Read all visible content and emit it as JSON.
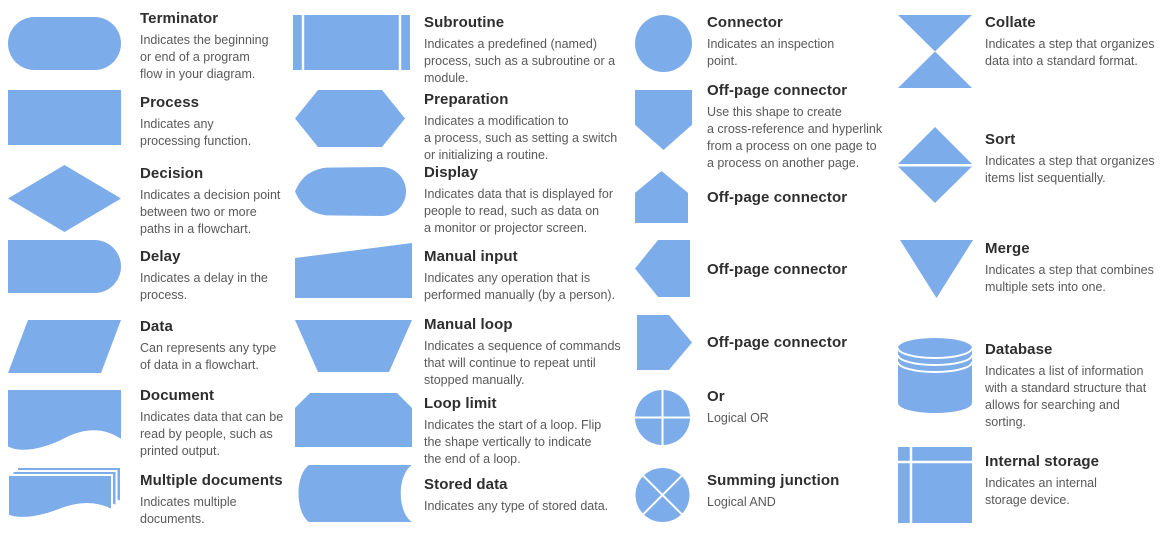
{
  "palette": {
    "shape_fill": "#7CACE9",
    "line_white": "#ffffff",
    "title_color": "#2e2e2e",
    "desc_color": "#595959",
    "background": "#ffffff"
  },
  "legend": {
    "items": [
      {
        "id": "terminator",
        "shape": "terminator",
        "title": "Terminator",
        "description": "Indicates the beginning\nor end of a program\nflow in your diagram."
      },
      {
        "id": "process",
        "shape": "process",
        "title": "Process",
        "description": "Indicates any\nprocessing function."
      },
      {
        "id": "decision",
        "shape": "decision",
        "title": "Decision",
        "description": "Indicates a decision point\nbetween two or more\npaths in a flowchart."
      },
      {
        "id": "delay",
        "shape": "delay",
        "title": "Delay",
        "description": "Indicates a delay in the\nprocess."
      },
      {
        "id": "data",
        "shape": "data",
        "title": "Data",
        "description": "Can represents any type\nof data in a flowchart."
      },
      {
        "id": "document",
        "shape": "document",
        "title": "Document",
        "description": "Indicates data that can be\nread by people, such as\nprinted output."
      },
      {
        "id": "multiple-documents",
        "shape": "multiple-documents",
        "title": "Multiple documents",
        "description": "Indicates multiple\ndocuments."
      },
      {
        "id": "subroutine",
        "shape": "subroutine",
        "title": "Subroutine",
        "description": "Indicates a predefined (named)\nprocess, such as a subroutine or a\nmodule."
      },
      {
        "id": "preparation",
        "shape": "preparation",
        "title": "Preparation",
        "description": "Indicates a modification to\na process, such as setting a switch\nor initializing a routine."
      },
      {
        "id": "display",
        "shape": "display",
        "title": "Display",
        "description": "Indicates data that is displayed for\npeople to read, such as data on\na monitor or projector screen."
      },
      {
        "id": "manual-input",
        "shape": "manual-input",
        "title": "Manual input",
        "description": "Indicates any operation that is\nperformed manually (by a person)."
      },
      {
        "id": "manual-loop",
        "shape": "manual-loop",
        "title": "Manual loop",
        "description": "Indicates a sequence of commands\nthat will continue to repeat until\nstopped manually."
      },
      {
        "id": "loop-limit",
        "shape": "loop-limit",
        "title": "Loop limit",
        "description": "Indicates the start of a loop. Flip\nthe shape vertically to indicate\nthe end of a loop."
      },
      {
        "id": "stored-data",
        "shape": "stored-data",
        "title": "Stored data",
        "description": "Indicates any type of stored data."
      },
      {
        "id": "connector",
        "shape": "connector",
        "title": "Connector",
        "description": "Indicates an inspection\npoint."
      },
      {
        "id": "off-page-connector-down",
        "shape": "off-page-down",
        "title": "Off-page connector",
        "description": "Use this shape to create\na cross-reference and hyperlink\nfrom a process on one page to\na process on another page."
      },
      {
        "id": "off-page-connector-up",
        "shape": "off-page-up",
        "title": "Off-page connector",
        "description": ""
      },
      {
        "id": "off-page-connector-left",
        "shape": "off-page-left",
        "title": "Off-page connector",
        "description": ""
      },
      {
        "id": "off-page-connector-right",
        "shape": "off-page-right",
        "title": "Off-page connector",
        "description": ""
      },
      {
        "id": "or",
        "shape": "or",
        "title": "Or",
        "description": "Logical OR"
      },
      {
        "id": "summing-junction",
        "shape": "summing-junction",
        "title": "Summing junction",
        "description": "Logical AND"
      },
      {
        "id": "collate",
        "shape": "collate",
        "title": "Collate",
        "description": "Indicates a step that organizes\ndata into a standard format."
      },
      {
        "id": "sort",
        "shape": "sort",
        "title": "Sort",
        "description": "Indicates a step that organizes\nitems list sequentially."
      },
      {
        "id": "merge",
        "shape": "merge",
        "title": "Merge",
        "description": "Indicates a step that combines\nmultiple sets into one."
      },
      {
        "id": "database",
        "shape": "database",
        "title": "Database",
        "description": "Indicates a list of information\nwith a standard structure that\nallows for searching and\nsorting."
      },
      {
        "id": "internal-storage",
        "shape": "internal-storage",
        "title": "Internal storage",
        "description": "Indicates an internal\nstorage device."
      }
    ]
  }
}
